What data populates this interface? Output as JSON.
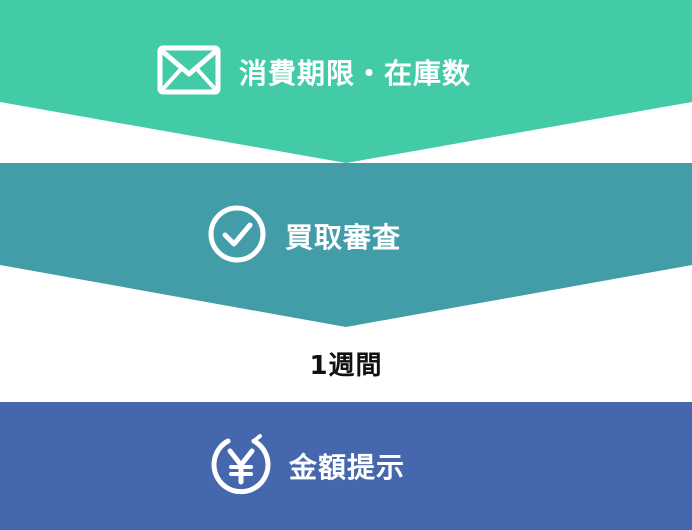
{
  "steps": [
    {
      "icon": "envelope-icon",
      "label": "消費期限・在庫数",
      "color": "#43cba8"
    },
    {
      "icon": "check-circle-icon",
      "label": "買取審査",
      "color": "#439da9"
    },
    {
      "icon": "yen-circle-icon",
      "label": "金額提示",
      "color": "#4467ad"
    }
  ],
  "duration": "1週間"
}
